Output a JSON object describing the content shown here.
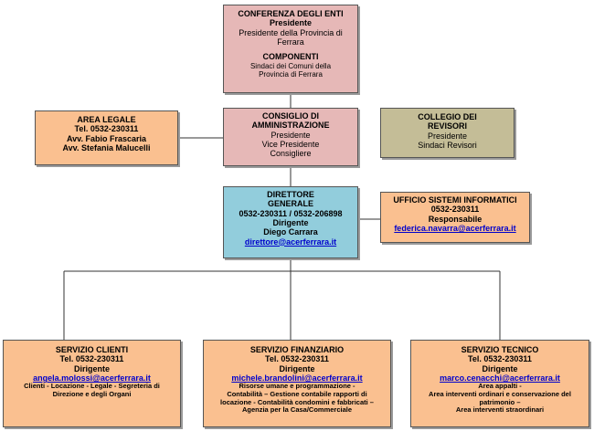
{
  "conferenza": {
    "title": "CONFERENZA DEGLI ENTI",
    "role": "Presidente",
    "desc": "Presidente della Provincia di Ferrara",
    "comp_title": "COMPONENTI",
    "comp_desc": "Sindaci dei Comuni della Provincia di Ferrara"
  },
  "area_legale": {
    "title": "AREA LEGALE",
    "tel": "Tel. 0532-230311",
    "person1": "Avv. Fabio Frascaria",
    "person2": "Avv. Stefania Malucelli"
  },
  "consiglio": {
    "title1": "CONSIGLIO DI",
    "title2": "AMMINISTRAZIONE",
    "m1": "Presidente",
    "m2": "Vice Presidente",
    "m3": "Consigliere"
  },
  "collegio": {
    "title1": "COLLEGIO DEI",
    "title2": "REVISORI",
    "m1": "Presidente",
    "m2": "Sindaci Revisori"
  },
  "direttore": {
    "title1": "DIRETTORE",
    "title2": "GENERALE",
    "tel": "0532-230311 / 0532-206898",
    "role": "Dirigente",
    "name": "Diego Carrara",
    "email": "direttore@acerferrara.it"
  },
  "ufficio": {
    "title": "UFFICIO SISTEMI INFORMATICI",
    "tel": "0532-230311",
    "role": "Responsabile",
    "email": "federica.navarra@acerferrara.it"
  },
  "clienti": {
    "title": "SERVIZIO CLIENTI",
    "tel": "Tel. 0532-230311",
    "role": "Dirigente",
    "email": "angela.molossi@acerferrara.it",
    "desc1": "Clienti  -  Locazione  -  Legale  - Segreteria di",
    "desc2": "Direzione e degli Organi"
  },
  "finanziario": {
    "title": "SERVIZIO FINANZIARIO",
    "tel": "Tel. 0532-230311",
    "role": "Dirigente",
    "email": "michele.brandolini@acerferrara.it",
    "desc1": "Risorse umane e programmazione  -",
    "desc2": "Contabilità – Gestione contabile rapporti di",
    "desc3": "locazione  -  Contabilità condomini e fabbricati –",
    "desc4": "Agenzia per la Casa/Commerciale"
  },
  "tecnico": {
    "title": "SERVIZIO TECNICO",
    "tel": "Tel. 0532-230311",
    "role": "Dirigente",
    "email": "marco.cenacchi@acerferrara.it",
    "desc1": "Area appalti -",
    "desc2": "Area interventi ordinari e conservazione del",
    "desc3": "patrimonio –",
    "desc4": "Area interventi straordinari"
  }
}
